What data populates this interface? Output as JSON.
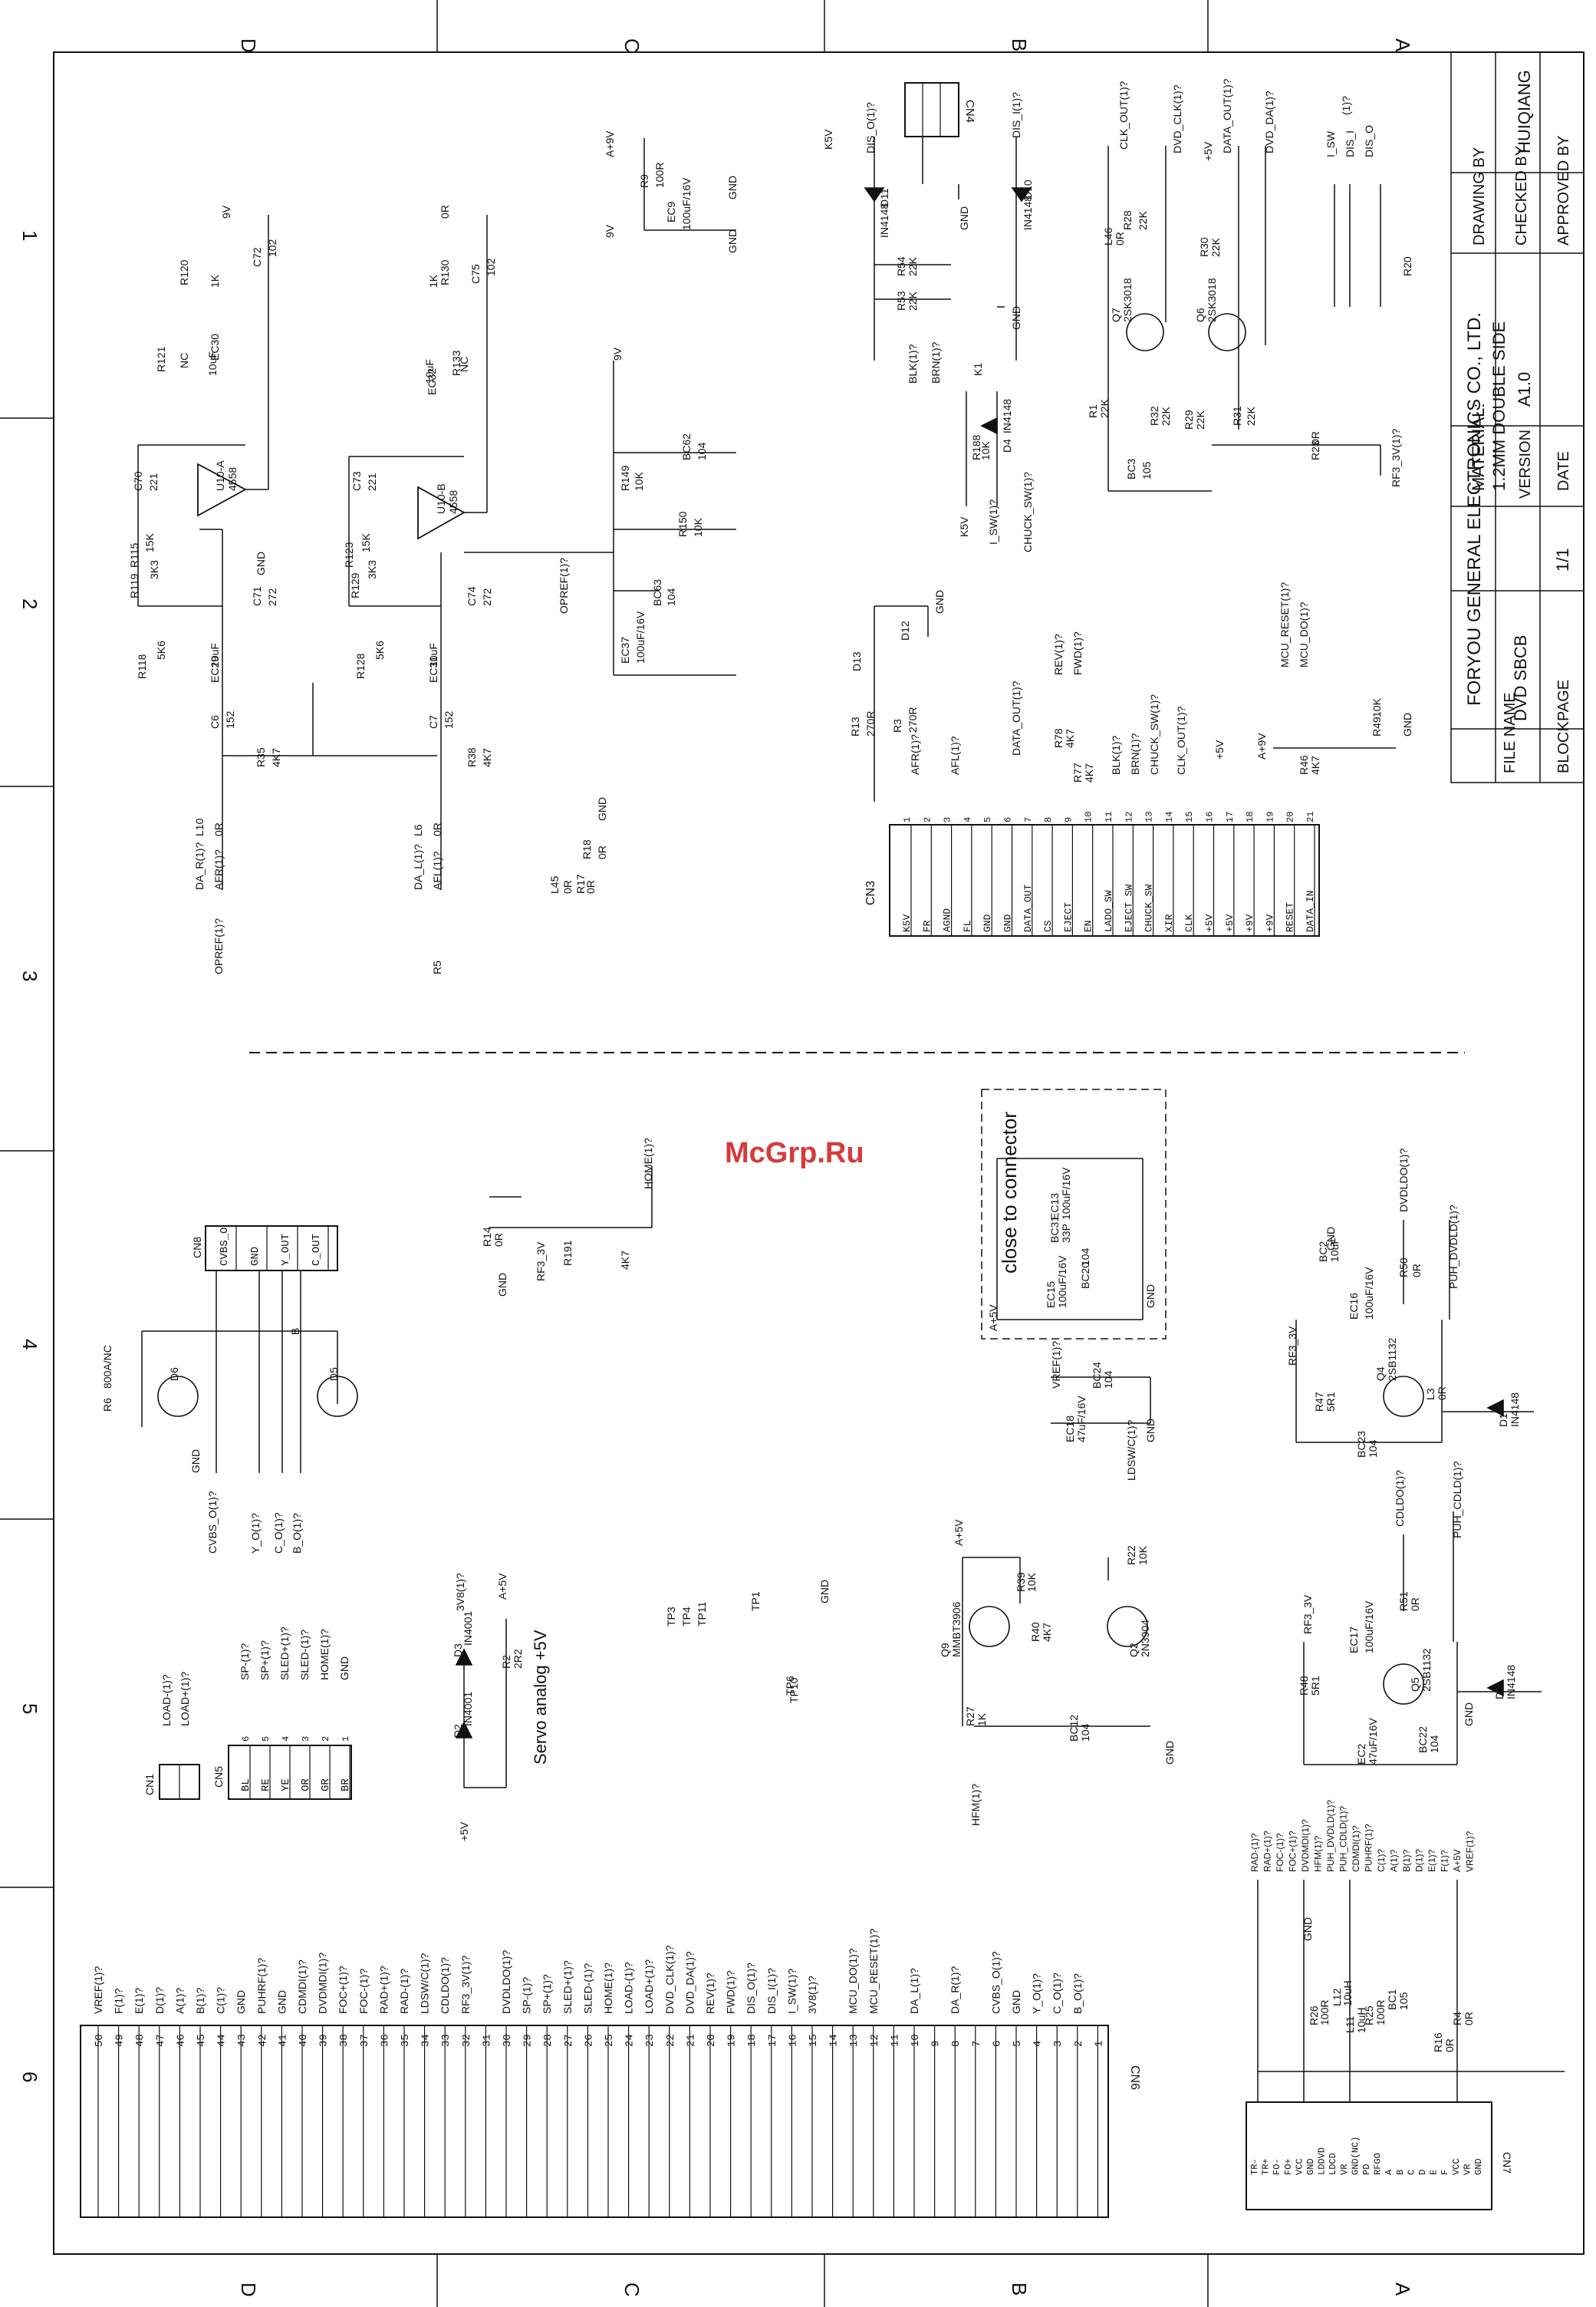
{
  "grid": {
    "letters": [
      "D",
      "C",
      "B",
      "A"
    ],
    "numbers": [
      "1",
      "2",
      "3",
      "4",
      "5",
      "6"
    ]
  },
  "title_block": {
    "file_name_label": "FILE NAME",
    "file_name": "DVD SBCB",
    "company": "FORYOU GENERAL ELECTRONICS CO., LTD.",
    "block_label": "BLOCK",
    "page_label": "PAGE",
    "page": "1/1",
    "material_label": "MATERIAL:",
    "material": "1.2MM DOUBLE SIDE",
    "version_label": "VERSION",
    "version": "A1.0",
    "date_label": "DATE",
    "drawing_by_label": "DRAWING BY",
    "drawing_by": "HUIQIANG",
    "checked_by_label": "CHECKED BY",
    "approved_by_label": "APPROVED BY"
  },
  "watermark": "McGrp.Ru",
  "annotations": {
    "close_to_connector": "close to connector",
    "servo_analog": "Servo analog +5V"
  },
  "cn1": {
    "name": "CN1",
    "nets": [
      "LOAD-(1)?",
      "LOAD+(1)?"
    ]
  },
  "cn5": {
    "name": "CN5",
    "pins": [
      "BL",
      "RE",
      "YE",
      "OR",
      "GR",
      "BR"
    ],
    "nets": [
      "SP-(1)?",
      "SP+(1)?",
      "SLED+(1)?",
      "SLED-(1)?",
      "HOME(1)?",
      "GND"
    ]
  },
  "cn8": {
    "name": "CN8",
    "pins": [
      "CVBS_O",
      "GND",
      "Y_OUT",
      "C_OUT"
    ],
    "nets": [
      "CVBS_O(1)?",
      "Y_O(1)?",
      "C_O(1)?",
      "B_O(1)?"
    ]
  },
  "cn4": {
    "name": "CN4",
    "nets": [
      "K5V",
      "DIS_O(1)?",
      "DIS_I(1)?",
      "BLK(1)?",
      "BRN(1)?"
    ]
  },
  "cn7": {
    "name": "CN7",
    "pins": [
      "TR-",
      "TR+",
      "FO-",
      "FO+",
      "VCC",
      "GND",
      "LDDVD",
      "LDCD",
      "VR",
      "GND(NC)",
      "PD",
      "RFGO",
      "A",
      "B",
      "C",
      "D",
      "E",
      "F",
      "VCC",
      "VR",
      "GND"
    ],
    "nets": [
      "RAD-(1)?",
      "RAD+(1)?",
      "FOC-(1)?",
      "FOC+(1)?",
      "DVDMDI(1)?",
      "HFM(1)?",
      "PUH_DVDLD(1)?",
      "PUH_CDLD(1)?",
      "CDMDI(1)?",
      "PUHRF(1)?",
      "C(1)?",
      "A(1)?",
      "B(1)?",
      "D(1)?",
      "E(1)?",
      "F(1)?",
      "A+5V",
      "VREF(1)?"
    ]
  },
  "cn3": {
    "name": "CN3",
    "pins": [
      "K5V",
      "FR",
      "AGND",
      "FL",
      "GND",
      "GND",
      "DATA_OUT",
      "CS",
      "EJECT",
      "EN",
      "LADO_SW",
      "EJECT_SW",
      "CHUCK_SW",
      "XIR",
      "CLK",
      "+5V",
      "+5V",
      "+9V",
      "+9V",
      "RESET",
      "DATA_IN"
    ],
    "nets": [
      "AFR(1)?",
      "AFL(1)?",
      "DATA_OUT(1)?",
      "REV(1)?",
      "FWD(1)?",
      "BLK(1)?",
      "BRN(1)?",
      "CHUCK_SW(1)?",
      "CLK_OUT(1)?",
      "+5V",
      "A+9V",
      "MCU_RESET(1)?",
      "MCU_DO(1)?"
    ]
  },
  "cn6": {
    "name": "CN6",
    "pins": [
      "50",
      "49",
      "48",
      "47",
      "46",
      "45",
      "44",
      "43",
      "42",
      "41",
      "40",
      "39",
      "38",
      "37",
      "36",
      "35",
      "34",
      "33",
      "32",
      "31",
      "30",
      "29",
      "28",
      "27",
      "26",
      "25",
      "24",
      "23",
      "22",
      "21",
      "20",
      "19",
      "18",
      "17",
      "16",
      "15",
      "14",
      "13",
      "12",
      "11",
      "10",
      "9",
      "8",
      "7",
      "6",
      "5",
      "4",
      "3",
      "2",
      "1"
    ],
    "nets": [
      "VREF(1)?",
      "F(1)?",
      "E(1)?",
      "D(1)?",
      "A(1)?",
      "B(1)?",
      "C(1)?",
      "GND",
      "PUHRF(1)?",
      "GND",
      "CDMDI(1)?",
      "DVDMDI(1)?",
      "FOC+(1)?",
      "FOC-(1)?",
      "RAD+(1)?",
      "RAD-(1)?",
      "LDSW/C(1)?",
      "CDLDO(1)?",
      "RF3_3V(1)?",
      "",
      "DVDLDO(1)?",
      "SP-(1)?",
      "SP+(1)?",
      "SLED+(1)?",
      "SLED-(1)?",
      "HOME(1)?",
      "LOAD-(1)?",
      "LOAD+(1)?",
      "DVD_CLK(1)?",
      "DVD_DA(1)?",
      "REV(1)?",
      "FWD(1)?",
      "DIS_O(1)?",
      "DIS_I(1)?",
      "I_SW(1)?",
      "3V8(1)?",
      "",
      "MCU_DO(1)?",
      "MCU_RESET(1)?",
      "",
      "DA_L(1)?",
      "",
      "DA_R(1)?",
      "",
      "CVBS_O(1)?",
      "GND",
      "Y_O(1)?",
      "C_O(1)?",
      "B_O(1)?",
      ""
    ]
  },
  "components": {
    "u10a": [
      "U10-A",
      "4558"
    ],
    "u10b": [
      "U10-B",
      "4558"
    ],
    "audio_l": [
      "R120",
      "1K",
      "C72",
      "102",
      "R121",
      "NC",
      "EC30",
      "10uF",
      "R115",
      "15K",
      "C70",
      "221",
      "R119",
      "3K3",
      "C71",
      "272",
      "R118",
      "5K6",
      "EC29",
      "10uF",
      "C6",
      "152",
      "R35",
      "4K7",
      "L10",
      "0R",
      "DA_R(1)?",
      "AFR(1)?",
      "OPREF(1)?",
      "9V",
      "GND"
    ],
    "audio_r": [
      "R130",
      "1K",
      "C75",
      "102",
      "R133",
      "NC",
      "EC32",
      "10uF",
      "R123",
      "15K",
      "C73",
      "221",
      "R129",
      "3K3",
      "C74",
      "272",
      "R128",
      "5K6",
      "EC31",
      "10uF",
      "C7",
      "152",
      "R38",
      "4K7",
      "L6",
      "0R",
      "DA_L(1)?",
      "AFL(1)?",
      "R5",
      "0R"
    ],
    "opref": [
      "R149",
      "10K",
      "R150",
      "10K",
      "BC62",
      "104",
      "BC63",
      "104",
      "EC37",
      "100uF/16V",
      "9V",
      "GND",
      "OPREF(1)?"
    ],
    "supply9v": [
      "A+9V",
      "R9",
      "100R",
      "EC9",
      "100uF/16V",
      "9V",
      "GND"
    ],
    "l_block": [
      "L45",
      "0R",
      "R17",
      "0R",
      "R18",
      "0R",
      "GND"
    ],
    "cn4_side": [
      "D11",
      "IN4148",
      "D10",
      "IN4148",
      "R54",
      "22K",
      "R53",
      "22K",
      "GND"
    ],
    "switch_block": [
      "K1",
      "R188",
      "10K",
      "D4",
      "IN4148",
      "K5V",
      "I_SW(1)?",
      "CHUCK_SW(1)?",
      "GND"
    ],
    "q6q7": [
      "Q7",
      "2SK3018",
      "Q6",
      "2SK3018",
      "L46",
      "0R",
      "R28",
      "22K",
      "R30",
      "22K",
      "R32",
      "22K",
      "R29",
      "22K",
      "R31",
      "22K",
      "R1",
      "22K",
      "R23",
      "0R",
      "BC3",
      "105",
      "CLK_OUT(1)?",
      "DVD_CLK(1)?",
      "DATA_OUT(1)?",
      "DVD_DA(1)?",
      "+5V",
      "RF3_3V(1)?"
    ],
    "r20": [
      "R20",
      "I_SW",
      "DIS_I",
      "DIS_O",
      "(1)?"
    ],
    "leds": [
      "D13",
      "D12",
      "R13",
      "270R",
      "R3",
      "270R",
      "GND"
    ],
    "r49": [
      "R49",
      "10K",
      "R46",
      "4K7",
      "R78",
      "4K7",
      "R77",
      "4K7",
      "GND"
    ],
    "video": [
      "D6",
      "D5",
      "R6",
      "800A/NC",
      "GND",
      "B"
    ],
    "home": [
      "R14",
      "0R",
      "R191",
      "4K7",
      "RF3_3V",
      "HOME(1)?",
      "GND"
    ],
    "servo": [
      "D3",
      "IN4001",
      "D2",
      "IN4001",
      "R2",
      "2R2",
      "3V8(1)?",
      "A+5V",
      "+5V"
    ],
    "testpoints": [
      "TP1",
      "TP3",
      "TP4",
      "TP11",
      "TP6",
      "TP10",
      "GND"
    ],
    "close_caps": [
      "EC13",
      "100uF/16V",
      "BC31",
      "33P",
      "BC20",
      "104",
      "EC15",
      "100uF/16V",
      "A+5V",
      "GND"
    ],
    "vref": [
      "VREF(1)?",
      "BC24",
      "104",
      "EC18",
      "47uF/16V",
      "GND"
    ],
    "ldsw": [
      "Q9",
      "MMBT3906",
      "Q2",
      "2N3904",
      "R39",
      "10K",
      "R22",
      "10K",
      "R40",
      "4K7",
      "R27",
      "1K",
      "BC12",
      "104",
      "A+5V",
      "LDSW/C(1)?",
      "HFM(1)?",
      "GND"
    ],
    "dvd_ld": [
      "Q4",
      "2SB1132",
      "R50",
      "0R",
      "EC16",
      "100uF/16V",
      "L3",
      "0R",
      "R47",
      "5R1",
      "BC23",
      "104",
      "D1",
      "IN4148",
      "BC2",
      "10uF",
      "RF3_3V",
      "DVDLDO(1)?",
      "PUH_DVDLD(1)?",
      "GND"
    ],
    "cd_ld": [
      "Q5",
      "2SB1132",
      "R51",
      "0R",
      "EC17",
      "100uF/16V",
      "R48",
      "5R1",
      "BC22",
      "104",
      "EC2",
      "47uF/16V",
      "D2",
      "IN4148",
      "RF3_3V",
      "CDLDO(1)?",
      "PUH_CDLD(1)?",
      "GND"
    ],
    "cn7_parts": [
      "R26",
      "100R",
      "R25",
      "100R",
      "L12",
      "10uH",
      "L11",
      "10uH",
      "BC1",
      "105",
      "R16",
      "0R",
      "R4",
      "0R",
      "GND"
    ]
  }
}
